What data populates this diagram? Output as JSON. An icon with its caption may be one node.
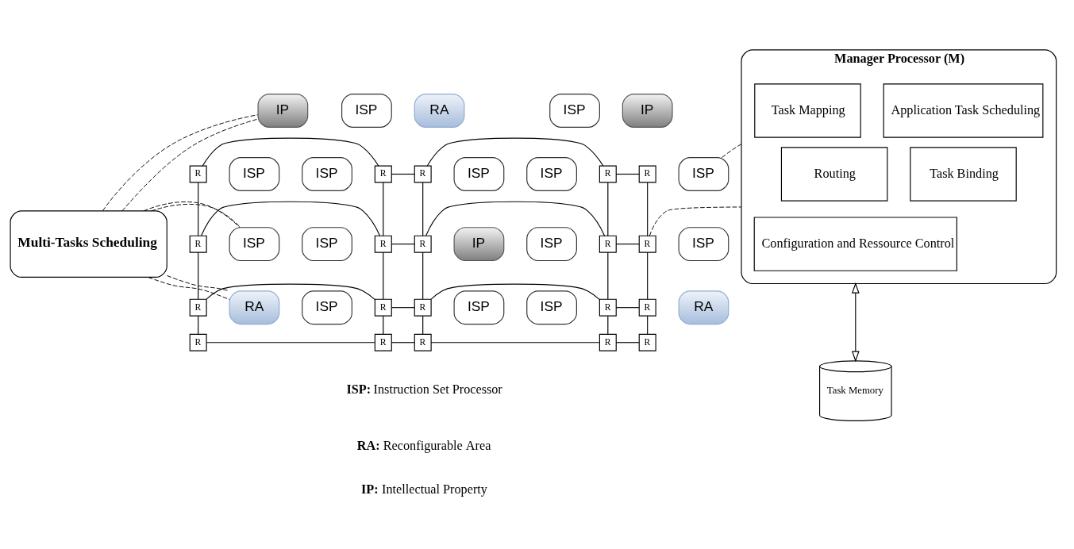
{
  "diagram": {
    "nodes": [
      {
        "text": [
          "Multi-Tasks Scheduling"
        ]
      },
      {
        "text": [
          "IP"
        ]
      },
      {
        "text": [
          "ISP"
        ]
      },
      {
        "text": [
          "RA"
        ]
      },
      {
        "text": [
          "ISP"
        ]
      },
      {
        "text": [
          "IP"
        ]
      },
      {
        "text": [
          "ISP"
        ]
      },
      {
        "text": [
          "ISP"
        ]
      },
      {
        "text": [
          "ISP"
        ]
      },
      {
        "text": [
          "ISP"
        ]
      },
      {
        "text": [
          "ISP"
        ]
      },
      {
        "text": [
          "ISP"
        ]
      },
      {
        "text": [
          "ISP"
        ]
      },
      {
        "text": [
          "IP"
        ]
      },
      {
        "text": [
          "ISP"
        ]
      },
      {
        "text": [
          "ISP"
        ]
      },
      {
        "text": [
          "RA"
        ]
      },
      {
        "text": [
          "ISP"
        ]
      },
      {
        "text": [
          "ISP"
        ]
      },
      {
        "text": [
          "ISP"
        ]
      },
      {
        "text": [
          "RA"
        ]
      },
      {
        "text": [
          "R"
        ]
      },
      {
        "text": [
          "R"
        ]
      },
      {
        "text": [
          "R"
        ]
      },
      {
        "text": [
          "R"
        ]
      },
      {
        "text": [
          "R"
        ]
      },
      {
        "text": [
          "R"
        ]
      },
      {
        "text": [
          "R"
        ]
      },
      {
        "text": [
          "R"
        ]
      },
      {
        "text": [
          "R"
        ]
      },
      {
        "text": [
          "R"
        ]
      },
      {
        "text": [
          "R"
        ]
      },
      {
        "text": [
          "R"
        ]
      },
      {
        "text": [
          "R"
        ]
      },
      {
        "text": [
          "R"
        ]
      },
      {
        "text": [
          "R"
        ]
      },
      {
        "text": [
          "R"
        ]
      },
      {
        "text": [
          "R"
        ]
      },
      {
        "text": [
          "R"
        ]
      },
      {
        "text": [
          "R"
        ]
      },
      {
        "text": [
          "R"
        ]
      },
      {
        "text": [
          "Manager Processor (M)"
        ]
      },
      {
        "text": [
          "Task Mapping"
        ],
        "in": 41
      },
      {
        "text": [
          "Application Task Scheduling"
        ],
        "in": 41
      },
      {
        "text": [
          "Routing"
        ],
        "in": 41
      },
      {
        "text": [
          "Task Binding"
        ],
        "in": 41
      },
      {
        "text": [
          "Configuration and Ressource Control"
        ],
        "in": 41
      },
      {
        "text": [
          "Task Memory"
        ]
      }
    ],
    "edges": [
      {
        "from": 0,
        "to": 1,
        "arrow": "none",
        "style": "dashed"
      },
      {
        "from": 0,
        "to": 1,
        "arrow": "none",
        "style": "dashed"
      },
      {
        "from": 0,
        "to": 11,
        "arrow": "none",
        "style": "dashed"
      },
      {
        "from": 0,
        "to": 11,
        "arrow": "none",
        "style": "dashed"
      },
      {
        "from": 0,
        "to": 16,
        "arrow": "none",
        "style": "dashed"
      },
      {
        "from": 0,
        "to": 16,
        "arrow": "none",
        "style": "dashed"
      },
      {
        "from": 21,
        "to": 22,
        "arrow": "none"
      },
      {
        "from": 22,
        "to": 23,
        "arrow": "none"
      },
      {
        "from": 23,
        "to": 24,
        "arrow": "none"
      },
      {
        "from": 24,
        "to": 25,
        "arrow": "none"
      },
      {
        "from": 26,
        "to": 27,
        "arrow": "none"
      },
      {
        "from": 27,
        "to": 28,
        "arrow": "none"
      },
      {
        "from": 28,
        "to": 29,
        "arrow": "none"
      },
      {
        "from": 29,
        "to": 30,
        "arrow": "none"
      },
      {
        "from": 31,
        "to": 32,
        "arrow": "none"
      },
      {
        "from": 32,
        "to": 33,
        "arrow": "none"
      },
      {
        "from": 33,
        "to": 34,
        "arrow": "none"
      },
      {
        "from": 34,
        "to": 35,
        "arrow": "none"
      },
      {
        "from": 36,
        "to": 37,
        "arrow": "none"
      },
      {
        "from": 37,
        "to": 38,
        "arrow": "none"
      },
      {
        "from": 38,
        "to": 39,
        "arrow": "none"
      },
      {
        "from": 39,
        "to": 40,
        "arrow": "none"
      },
      {
        "from": 21,
        "to": 26,
        "arrow": "none"
      },
      {
        "from": 22,
        "to": 27,
        "arrow": "none"
      },
      {
        "from": 23,
        "to": 28,
        "arrow": "none"
      },
      {
        "from": 24,
        "to": 29,
        "arrow": "none"
      },
      {
        "from": 25,
        "to": 30,
        "arrow": "none"
      },
      {
        "from": 26,
        "to": 31,
        "arrow": "none"
      },
      {
        "from": 27,
        "to": 32,
        "arrow": "none"
      },
      {
        "from": 28,
        "to": 33,
        "arrow": "none"
      },
      {
        "from": 29,
        "to": 34,
        "arrow": "none"
      },
      {
        "from": 30,
        "to": 35,
        "arrow": "none"
      },
      {
        "from": 31,
        "to": 36,
        "arrow": "none"
      },
      {
        "from": 32,
        "to": 37,
        "arrow": "none"
      },
      {
        "from": 33,
        "to": 38,
        "arrow": "none"
      },
      {
        "from": 34,
        "to": 39,
        "arrow": "none"
      },
      {
        "from": 35,
        "to": 40,
        "arrow": "none"
      },
      {
        "from": 10,
        "to": 41,
        "arrow": "none",
        "style": "dashed"
      },
      {
        "from": 30,
        "to": 41,
        "arrow": "none",
        "style": "dashed"
      },
      {
        "from": 41,
        "to": 47,
        "arrow": "both"
      }
    ],
    "labels": [
      "**ISP:** Instruction Set Processor",
      "**RA:** Reconfigurable Area",
      "**IP:** Intellectual Property"
    ]
  }
}
